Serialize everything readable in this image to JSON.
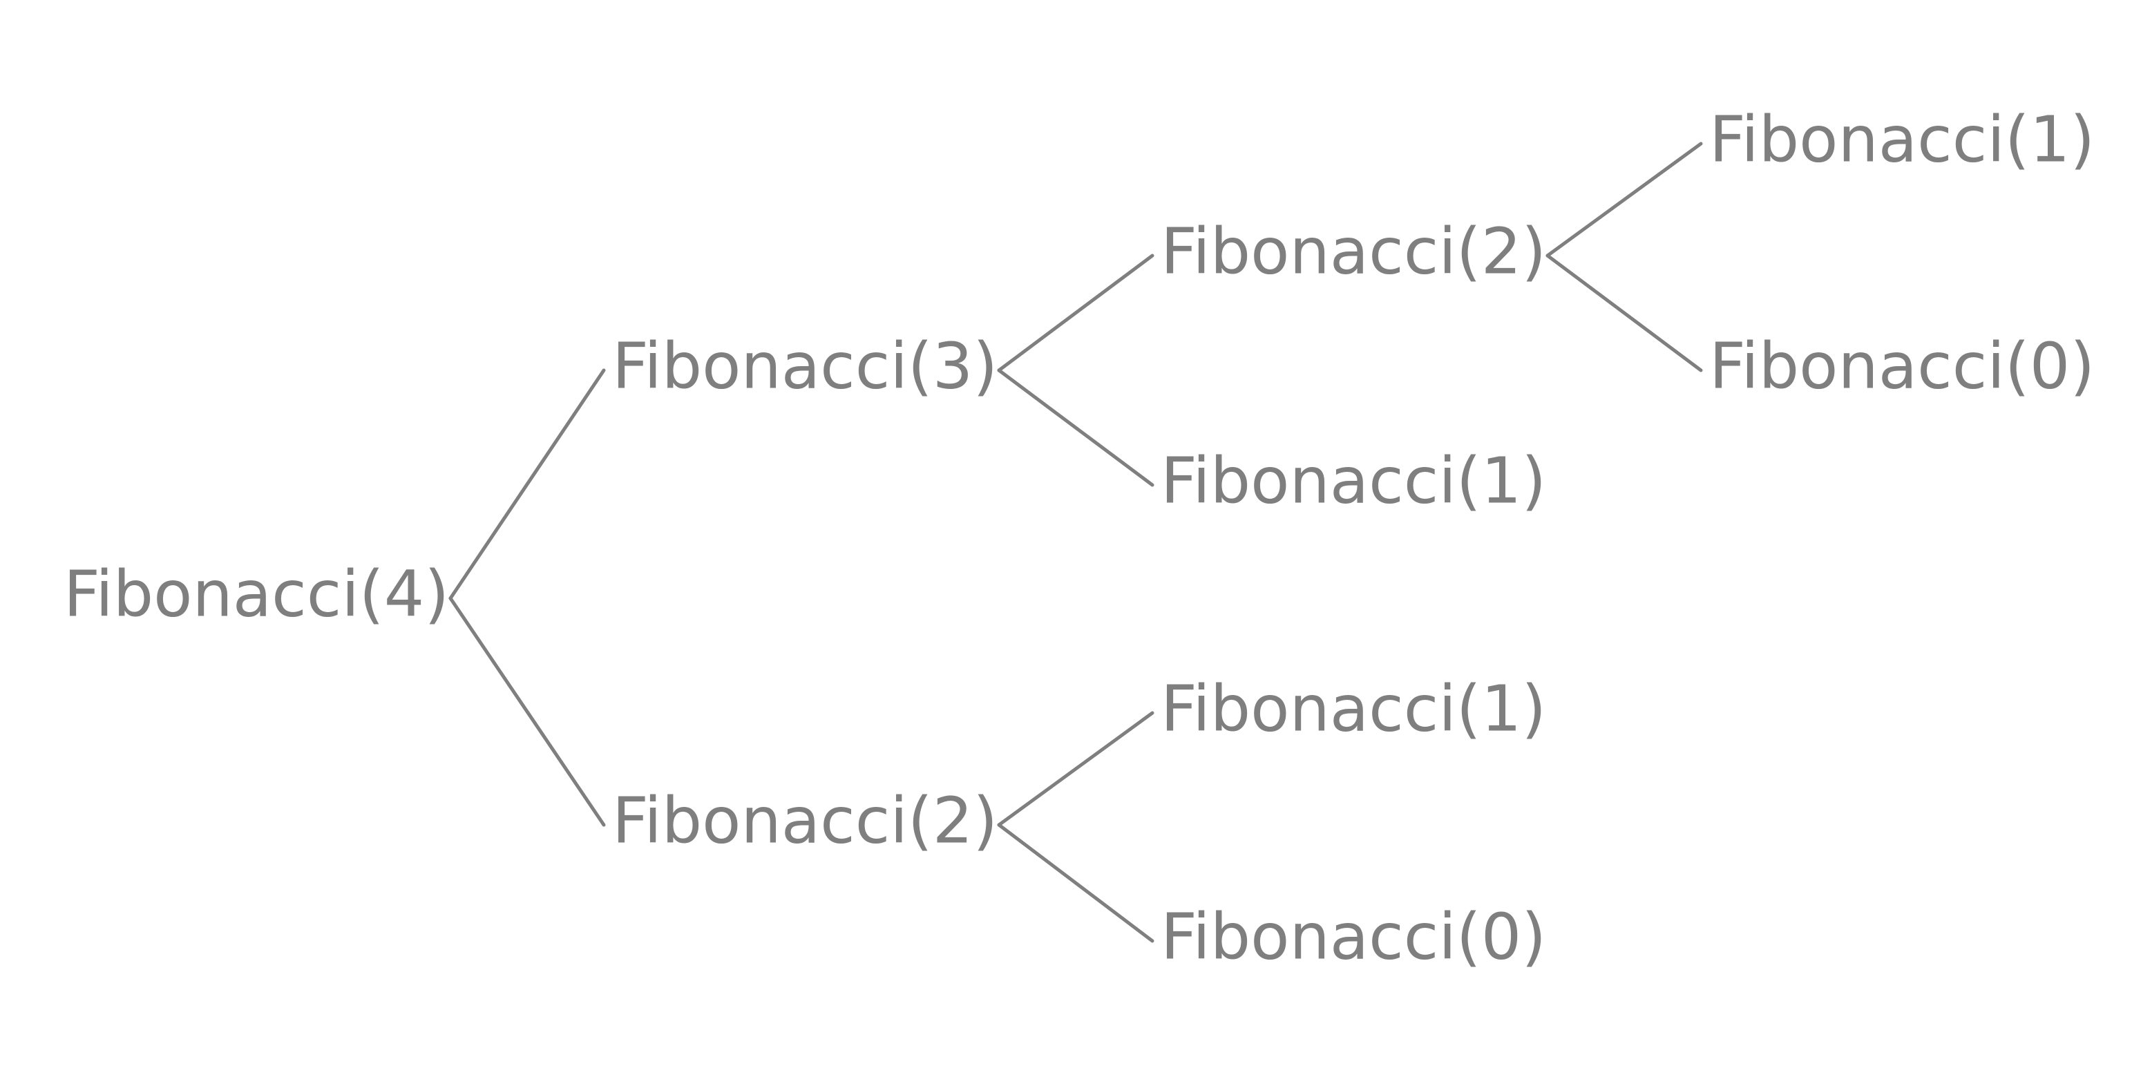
{
  "style": {
    "text_color": "#7f7f7f",
    "line_color": "#7f7f7f",
    "background": "#ffffff"
  },
  "nodes": [
    {
      "id": "f4",
      "label": "Fibonacci(4)"
    },
    {
      "id": "f3",
      "label": "Fibonacci(3)"
    },
    {
      "id": "f2a",
      "label": "Fibonacci(2)"
    },
    {
      "id": "f2b",
      "label": "Fibonacci(2)"
    },
    {
      "id": "f1a",
      "label": "Fibonacci(1)"
    },
    {
      "id": "f1b",
      "label": "Fibonacci(1)"
    },
    {
      "id": "f0a",
      "label": "Fibonacci(0)"
    },
    {
      "id": "f1c",
      "label": "Fibonacci(1)"
    },
    {
      "id": "f0b",
      "label": "Fibonacci(0)"
    }
  ],
  "edges": [
    {
      "from": "f4",
      "to": "f3"
    },
    {
      "from": "f4",
      "to": "f2a"
    },
    {
      "from": "f3",
      "to": "f2b"
    },
    {
      "from": "f3",
      "to": "f1a"
    },
    {
      "from": "f2a",
      "to": "f1b"
    },
    {
      "from": "f2a",
      "to": "f0a"
    },
    {
      "from": "f2b",
      "to": "f1c"
    },
    {
      "from": "f2b",
      "to": "f0b"
    }
  ]
}
